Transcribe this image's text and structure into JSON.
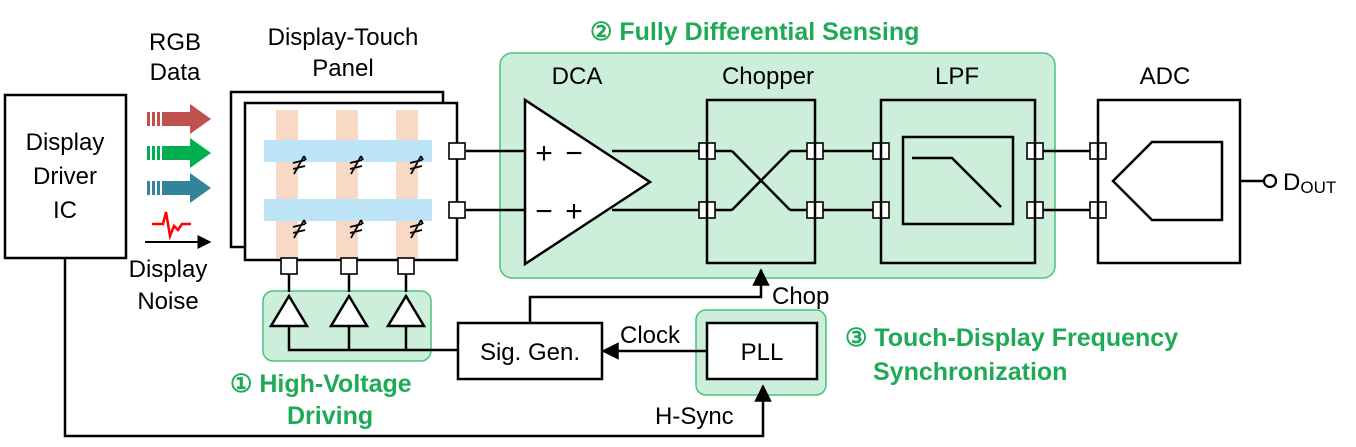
{
  "labels": {
    "rgb_line1": "RGB",
    "rgb_line2": "Data",
    "panel_line1": "Display-Touch",
    "panel_line2": "Panel",
    "ddic_line1": "Display",
    "ddic_line2": "Driver",
    "ddic_line3": "IC",
    "noise_line1": "Display",
    "noise_line2": "Noise",
    "dca": "DCA",
    "dca_plus_top": "+",
    "dca_minus_top": "−",
    "dca_minus_bot": "−",
    "dca_plus_bot": "+",
    "chopper": "Chopper",
    "lpf": "LPF",
    "adc": "ADC",
    "dout_main": "D",
    "dout_sub": "OUT",
    "chop": "Chop",
    "clock": "Clock",
    "sig_gen": "Sig. Gen.",
    "pll": "PLL",
    "hsync": "H-Sync"
  },
  "callouts": {
    "c1_line1": "① High-Voltage",
    "c1_line2": "Driving",
    "c2": "② Fully Differential Sensing",
    "c3_line1": "③ Touch-Display Frequency",
    "c3_line2": "Synchronization"
  },
  "colors": {
    "callout_text": "#1faa55",
    "highlight_fill": "#cdeedb",
    "highlight_stroke": "#4cc27d",
    "rgb_red": "#c0504d",
    "rgb_green": "#00b050",
    "rgb_blue": "#31849b",
    "noise_red": "#ff0000",
    "panel_column": "#f8d9c6",
    "panel_row": "#bde3f6"
  },
  "icons": {
    "rgb_arrows": "block-arrow-icon",
    "noise": "noise-glitch-icon",
    "capacitor": "variable-capacitor-icon",
    "amplifier": "triangle-amplifier-icon",
    "chopper_switch": "cross-switch-icon",
    "lpf_response": "lowpass-response-icon",
    "adc_shape": "adc-hexagon-icon",
    "output_terminal": "open-circle-terminal-icon"
  }
}
